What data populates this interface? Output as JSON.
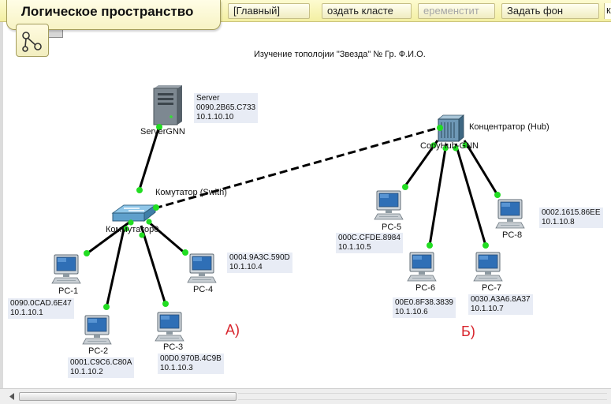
{
  "toolbar": {
    "workspace_label": "Логическое пространство",
    "buttons": [
      {
        "label": "[Главный]",
        "enabled": true
      },
      {
        "label": "оздать класте",
        "enabled": true
      },
      {
        "label": "еременстит",
        "enabled": false
      },
      {
        "label": "Задать фон",
        "enabled": true
      }
    ],
    "overflow_glyph": "к"
  },
  "canvas": {
    "title": "Изучение тополоjии \"Звезда\" № Гр. Ф.И.О."
  },
  "devices": {
    "server": {
      "label": "ServerGNN"
    },
    "switch": {
      "label": "Коммутатор0"
    },
    "hub": {
      "label": "CopyHub-GNN"
    },
    "pc1": {
      "label": "PC-1"
    },
    "pc2": {
      "label": "PC-2"
    },
    "pc3": {
      "label": "PC-3"
    },
    "pc4": {
      "label": "PC-4"
    },
    "pc5": {
      "label": "PC-5"
    },
    "pc6": {
      "label": "PC-6"
    },
    "pc7": {
      "label": "PC-7"
    },
    "pc8": {
      "label": "PC-8"
    }
  },
  "notes": {
    "server": {
      "line1": "Server",
      "line2": "0090.2B65.C733",
      "line3": " 10.1.10.10"
    },
    "switch": "Комутатор (Swith)",
    "hub": "Концентратор (Hub)",
    "pc1": {
      "mac": "0090.0CAD.6E47",
      "ip": "10.1.10.1"
    },
    "pc2": {
      "mac": "0001.C9C6.C80A",
      "ip": "10.1.10.2"
    },
    "pc3": {
      "mac": "00D0.970B.4C9B",
      "ip": "10.1.10.3"
    },
    "pc4": {
      "mac": "0004.9A3C.590D",
      "ip": "10.1.10.4"
    },
    "pc5": {
      "mac": "000C.CFDE.8984",
      "ip": "10.1.10.5"
    },
    "pc6": {
      "mac": "00E0.8F38.3839",
      "ip": "10.1.10.6"
    },
    "pc7": {
      "mac": "0030.A3A6.8A37",
      "ip": "10.1.10.7"
    },
    "pc8": {
      "mac": "0002.1615.86EE",
      "ip": "10.1.10.8"
    }
  },
  "sections": {
    "a": "А)",
    "b": "Б)"
  },
  "colors": {
    "toolbar_bg": "#f6f2b4",
    "link_up": "#22dd22",
    "cable": "#000000",
    "section_label": "#d8242c",
    "note_bg": "#e8ecf5"
  },
  "icons": {
    "nav": "topology-nav-icon",
    "pc": "pc-icon",
    "server": "server-icon",
    "switch": "switch-icon",
    "hub": "hub-icon"
  }
}
